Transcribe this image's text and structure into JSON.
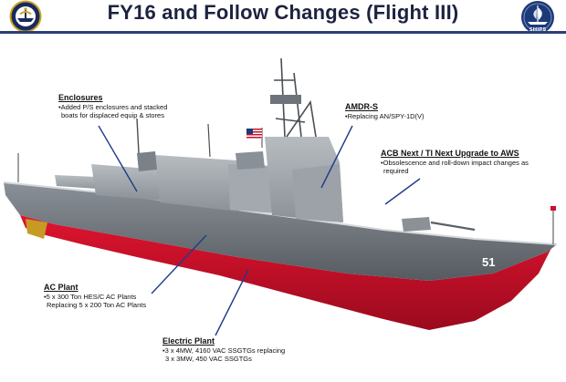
{
  "slide": {
    "title": "FY16 and Follow Changes (Flight III)",
    "right_logo": {
      "text": "SHIPS"
    }
  },
  "ship_markings": {
    "hull_number": "51"
  },
  "callouts": {
    "enclosures": {
      "heading": "Enclosures",
      "lines": [
        "•Added P/S enclosures and stacked",
        "boats for displaced equip & stores"
      ]
    },
    "amdr": {
      "heading": "AMDR-S",
      "lines": [
        "•Replacing AN/SPY-1D(V)"
      ]
    },
    "acb": {
      "heading": "ACB Next / TI Next Upgrade to AWS",
      "lines": [
        "•Obsolescence and roll-down impact changes as",
        "required"
      ]
    },
    "ac_plant": {
      "heading": "AC Plant",
      "lines": [
        "•5 x 300 Ton HES/C AC Plants",
        "Replacing 5 x 200 Ton AC Plants"
      ]
    },
    "electric_plant": {
      "heading": "Electric Plant",
      "lines": [
        "•3 x 4MW, 4160 VAC SSGTGs replacing",
        "3 x 3MW, 450 VAC SSGTGs"
      ]
    }
  },
  "colors": {
    "title_text": "#1c2340",
    "rule": "#2b3f77",
    "leader_line": "#1f3c8a",
    "hull_red": "#c8102e",
    "hull_gray": "#6d737a",
    "superstructure_gray": "#9aa0a6"
  },
  "icons": [
    "navy-seal-icon",
    "ships-logo-icon",
    "us-flag-icon"
  ]
}
